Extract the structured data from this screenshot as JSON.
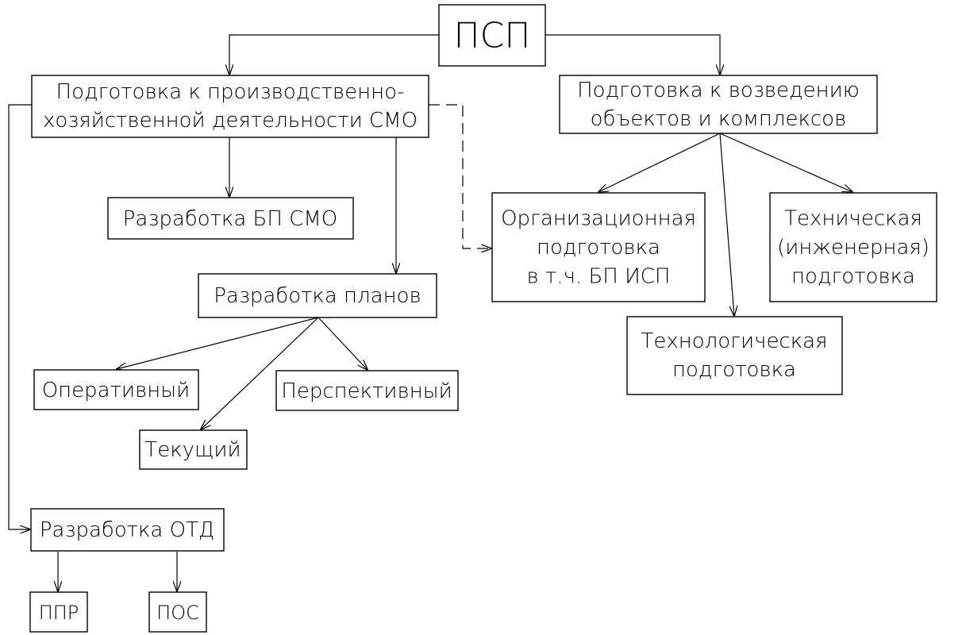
{
  "nodes": {
    "psp": [
      "ПСП"
    ],
    "prod": [
      "Подготовка к производственно-",
      "хозяйственной деятельности СМО"
    ],
    "obj": [
      "Подготовка к возведению",
      "объектов и комплексов"
    ],
    "bp_smo": [
      "Разработка БП СМО"
    ],
    "plans": [
      "Разработка планов"
    ],
    "org": [
      "Организационная",
      "подготовка",
      "в т.ч. БП ИСП"
    ],
    "tech": [
      "Техническая",
      "(инженерная)",
      "подготовка"
    ],
    "technol": [
      "Технологическая",
      "подготовка"
    ],
    "oper": [
      "Оперативный"
    ],
    "persp": [
      "Перспективный"
    ],
    "cur": [
      "Текущий"
    ],
    "otd": [
      "Разработка ОТД"
    ],
    "ppr": [
      "ППР"
    ],
    "pos": [
      "ПОС"
    ]
  },
  "edges": [
    {
      "from": "psp",
      "to": "prod",
      "style": "solid"
    },
    {
      "from": "psp",
      "to": "obj",
      "style": "solid"
    },
    {
      "from": "prod",
      "to": "bp_smo",
      "style": "solid"
    },
    {
      "from": "prod",
      "to": "plans",
      "style": "solid"
    },
    {
      "from": "prod",
      "to": "org",
      "style": "dashed"
    },
    {
      "from": "prod",
      "to": "otd",
      "style": "solid"
    },
    {
      "from": "obj",
      "to": "org",
      "style": "solid"
    },
    {
      "from": "obj",
      "to": "tech",
      "style": "solid"
    },
    {
      "from": "obj",
      "to": "technol",
      "style": "solid"
    },
    {
      "from": "plans",
      "to": "oper",
      "style": "solid"
    },
    {
      "from": "plans",
      "to": "persp",
      "style": "solid"
    },
    {
      "from": "plans",
      "to": "cur",
      "style": "solid"
    },
    {
      "from": "otd",
      "to": "ppr",
      "style": "solid"
    },
    {
      "from": "otd",
      "to": "pos",
      "style": "solid"
    }
  ]
}
